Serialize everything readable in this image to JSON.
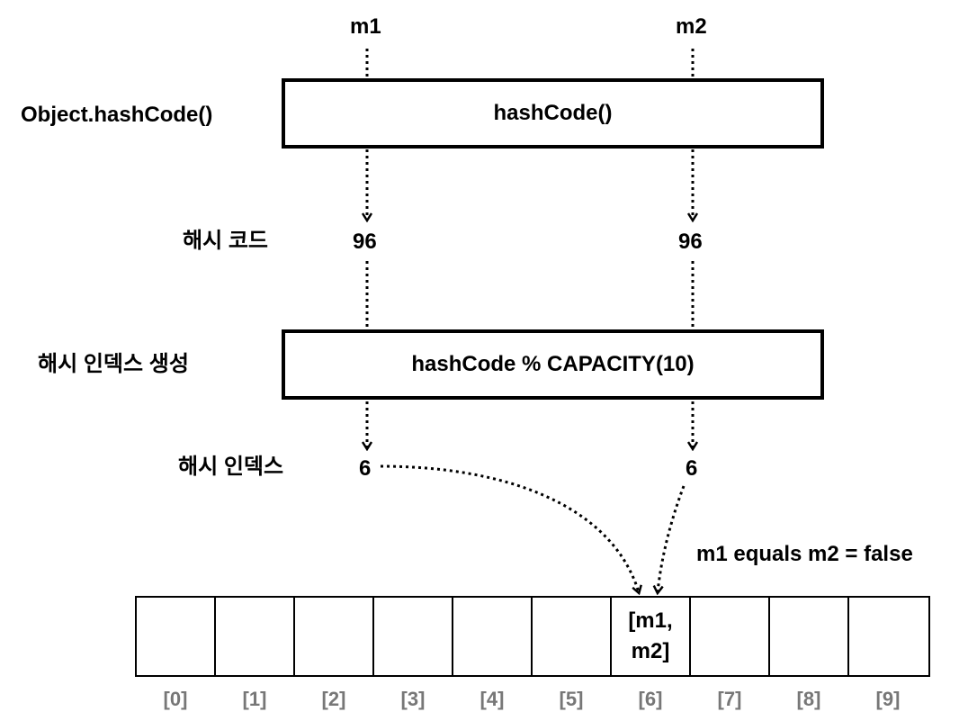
{
  "inputs": {
    "m1": "m1",
    "m2": "m2"
  },
  "hash_box": {
    "side_label": "Object.hashCode()",
    "label": "hashCode()"
  },
  "hash_code": {
    "side_label": "해시 코드",
    "m1_value": "96",
    "m2_value": "96"
  },
  "index_box": {
    "side_label": "해시 인덱스 생성",
    "label": "hashCode % CAPACITY(10)"
  },
  "hash_index": {
    "side_label": "해시 인덱스",
    "m1_value": "6",
    "m2_value": "6"
  },
  "equals_note": "m1 equals m2 = false",
  "array": {
    "cells": [
      "",
      "",
      "",
      "",
      "",
      "",
      "[m1,\nm2]",
      "",
      "",
      ""
    ],
    "indices": [
      "[0]",
      "[1]",
      "[2]",
      "[3]",
      "[4]",
      "[5]",
      "[6]",
      "[7]",
      "[8]",
      "[9]"
    ]
  }
}
